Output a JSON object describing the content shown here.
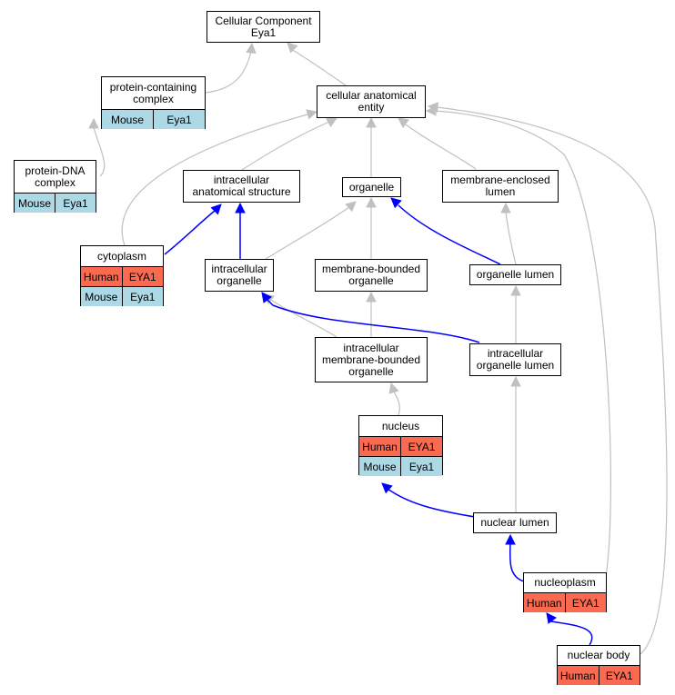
{
  "colors": {
    "gray_edge": "#c0c0c0",
    "blue_edge": "#0000ff",
    "human": "#fa6a50",
    "mouse": "#add8e6"
  },
  "nodes": {
    "root": {
      "title": "Cellular Component\nEya1"
    },
    "cae": {
      "title": "cellular anatomical\nentity"
    },
    "pcc": {
      "title": "protein-containing\ncomplex",
      "species": "Mouse",
      "gene": "Eya1"
    },
    "pdna": {
      "title": "protein-DNA\ncomplex",
      "species": "Mouse",
      "gene": "Eya1"
    },
    "ias": {
      "title": "intracellular\nanatomical structure"
    },
    "org": {
      "title": "organelle"
    },
    "mel": {
      "title": "membrane-enclosed\nlumen"
    },
    "cyto": {
      "title": "cytoplasm",
      "human": {
        "species": "Human",
        "gene": "EYA1"
      },
      "mouse": {
        "species": "Mouse",
        "gene": "Eya1"
      }
    },
    "io": {
      "title": "intracellular\norganelle"
    },
    "mbo": {
      "title": "membrane-bounded\norganelle"
    },
    "ol": {
      "title": "organelle lumen"
    },
    "imbo": {
      "title": "intracellular\nmembrane-bounded\norganelle"
    },
    "iol": {
      "title": "intracellular\norganelle lumen"
    },
    "nuc": {
      "title": "nucleus",
      "human": {
        "species": "Human",
        "gene": "EYA1"
      },
      "mouse": {
        "species": "Mouse",
        "gene": "Eya1"
      }
    },
    "nl": {
      "title": "nuclear lumen"
    },
    "np": {
      "title": "nucleoplasm",
      "human": {
        "species": "Human",
        "gene": "EYA1"
      }
    },
    "nb": {
      "title": "nuclear body",
      "human": {
        "species": "Human",
        "gene": "EYA1"
      }
    }
  }
}
